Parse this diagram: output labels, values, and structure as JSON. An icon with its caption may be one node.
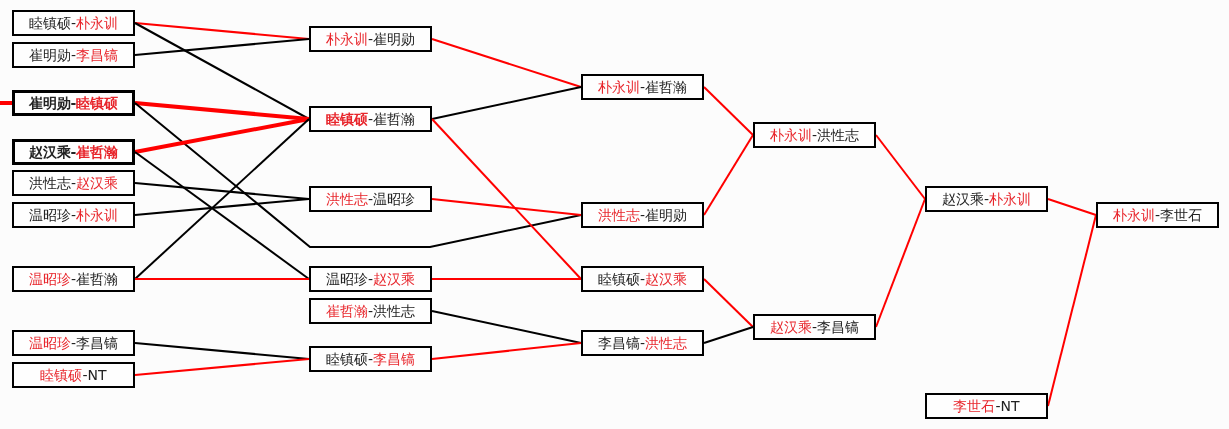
{
  "diagram": {
    "nodes": [
      {
        "text": [
          "睦镇硕-朴永训"
        ]
      },
      {
        "text": [
          "崔明勋-李昌镐"
        ]
      },
      {
        "text": [
          "崔明勋-睦镇硕"
        ]
      },
      {
        "text": [
          "赵汉乘-崔哲瀚"
        ]
      },
      {
        "text": [
          "洪性志-赵汉乘"
        ]
      },
      {
        "text": [
          "温昭珍-朴永训"
        ]
      },
      {
        "text": [
          "温昭珍-崔哲瀚"
        ]
      },
      {
        "text": [
          "温昭珍-李昌镐"
        ]
      },
      {
        "text": [
          "睦镇硕-NT"
        ]
      },
      {
        "text": [
          "朴永训-崔明勋"
        ]
      },
      {
        "text": [
          "**睦镇硕**-崔哲瀚"
        ]
      },
      {
        "text": [
          "洪性志-温昭珍"
        ]
      },
      {
        "text": [
          "温昭珍-赵汉乘"
        ]
      },
      {
        "text": [
          "崔哲瀚-洪性志"
        ]
      },
      {
        "text": [
          "睦镇硕-李昌镐"
        ]
      },
      {
        "text": [
          "朴永训-崔哲瀚"
        ]
      },
      {
        "text": [
          "洪性志-崔明勋"
        ]
      },
      {
        "text": [
          "睦镇硕-赵汉乘"
        ]
      },
      {
        "text": [
          "李昌镐-洪性志"
        ]
      },
      {
        "text": [
          "朴永训-洪性志"
        ]
      },
      {
        "text": [
          "赵汉乘-李昌镐"
        ]
      },
      {
        "text": [
          "赵汉乘-朴永训"
        ]
      },
      {
        "text": [
          "李世石-NT"
        ]
      },
      {
        "text": [
          "朴永训-李世石"
        ]
      }
    ],
    "edges": [
      {
        "from": 0,
        "to": 9,
        "arrow": "none"
      },
      {
        "from": 0,
        "to": 10,
        "arrow": "none",
        "color": "#000000"
      },
      {
        "from": 1,
        "to": 9,
        "arrow": "none",
        "color": "#000000"
      },
      {
        "from": null,
        "to": 2,
        "arrow": "none",
        "style": "thick"
      },
      {
        "from": 2,
        "to": 10,
        "arrow": "none",
        "style": "thick"
      },
      {
        "from": 2,
        "to": 16,
        "arrow": "none",
        "color": "#000000"
      },
      {
        "from": 3,
        "to": 10,
        "arrow": "none",
        "style": "thick"
      },
      {
        "from": 3,
        "to": 12,
        "arrow": "none",
        "color": "#000000"
      },
      {
        "from": 4,
        "to": 11,
        "arrow": "none",
        "color": "#000000"
      },
      {
        "from": 5,
        "to": 11,
        "arrow": "none",
        "color": "#000000"
      },
      {
        "from": 6,
        "to": 10,
        "arrow": "none",
        "color": "#000000"
      },
      {
        "from": 6,
        "to": 12,
        "arrow": "none"
      },
      {
        "from": 7,
        "to": 14,
        "arrow": "none",
        "color": "#000000"
      },
      {
        "from": 8,
        "to": 14,
        "arrow": "none"
      },
      {
        "from": 9,
        "to": 15,
        "arrow": "none"
      },
      {
        "from": 10,
        "to": 15,
        "arrow": "none",
        "color": "#000000"
      },
      {
        "from": 10,
        "to": 17,
        "arrow": "none"
      },
      {
        "from": 11,
        "to": 16,
        "arrow": "none"
      },
      {
        "from": 12,
        "to": 17,
        "arrow": "none"
      },
      {
        "from": 13,
        "to": 18,
        "arrow": "none",
        "color": "#000000"
      },
      {
        "from": 14,
        "to": 18,
        "arrow": "none"
      },
      {
        "from": 15,
        "to": 19,
        "arrow": "none"
      },
      {
        "from": 16,
        "to": 19,
        "arrow": "none"
      },
      {
        "from": 17,
        "to": 20,
        "arrow": "none"
      },
      {
        "from": 18,
        "to": 20,
        "arrow": "none",
        "color": "#000000"
      },
      {
        "from": 19,
        "to": 21,
        "arrow": "none"
      },
      {
        "from": 20,
        "to": 21,
        "arrow": "none"
      },
      {
        "from": 21,
        "to": 23,
        "arrow": "none"
      },
      {
        "from": 22,
        "to": 23,
        "arrow": "none"
      }
    ]
  }
}
